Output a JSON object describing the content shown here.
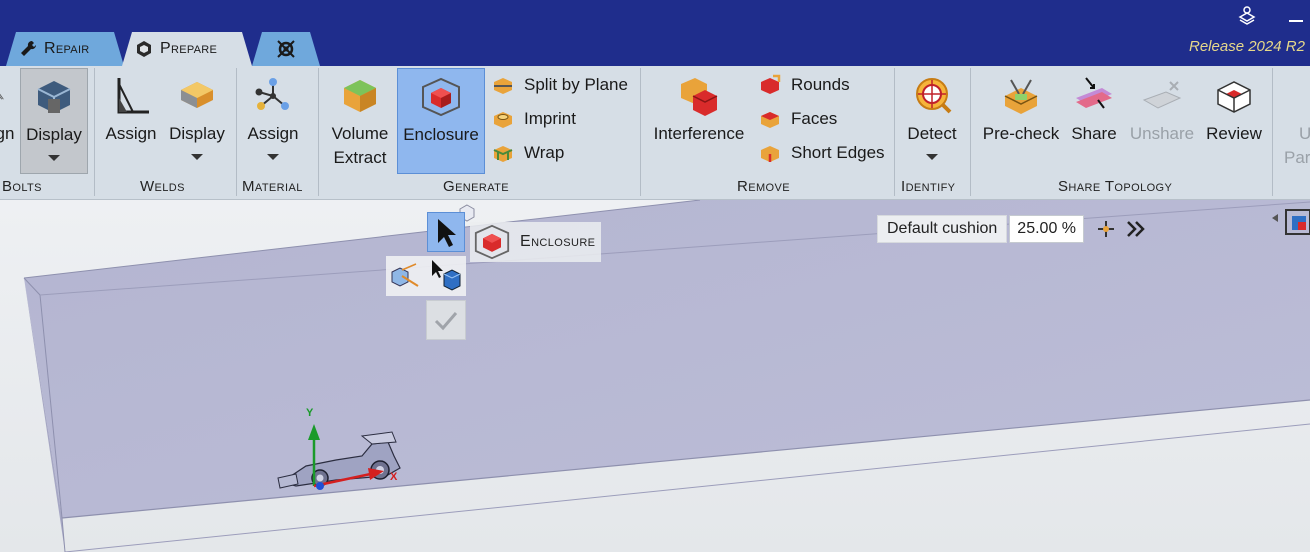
{
  "window": {
    "release": "Release 2024 R2"
  },
  "tabs": [
    {
      "label": "Repair",
      "icon": "wrench-icon"
    },
    {
      "label": "Prepare",
      "icon": "prepare-cube-icon"
    },
    {
      "label": "",
      "icon": "workbench-gear-icon"
    }
  ],
  "ribbon": {
    "groups": {
      "bolts": {
        "label": "Bolts",
        "assign_partial": "gn",
        "display": "Display"
      },
      "welds": {
        "label": "Welds",
        "assign": "Assign",
        "display": "Display"
      },
      "material": {
        "label": "Material",
        "assign": "Assign"
      },
      "generate": {
        "label": "Generate",
        "volume_extract_line1": "Volume",
        "volume_extract_line2": "Extract",
        "enclosure": "Enclosure",
        "split_by_plane": "Split by Plane",
        "imprint": "Imprint",
        "wrap": "Wrap"
      },
      "remove": {
        "label": "Remove",
        "interference": "Interference",
        "rounds": "Rounds",
        "faces": "Faces",
        "short_edges": "Short Edges"
      },
      "identify": {
        "label": "Identify",
        "detect": "Detect"
      },
      "share_topology": {
        "label": "Share Topology",
        "precheck": "Pre-check",
        "share": "Share",
        "unshare": "Unshare",
        "review": "Review"
      },
      "partial_right": {
        "line1": "U",
        "line2": "Par"
      }
    }
  },
  "tool_guide": {
    "title": "Enclosure",
    "complete_icon": "check-icon"
  },
  "options": {
    "cushion_label": "Default cushion",
    "cushion_value": "25.00 %"
  },
  "axes": {
    "x": "X",
    "y": "Y"
  },
  "colors": {
    "title_bar": "#1f2d8c",
    "ribbon": "#d6dee6",
    "selected": "#8fb7ee",
    "enclosure_box": "#b4b6d2"
  }
}
